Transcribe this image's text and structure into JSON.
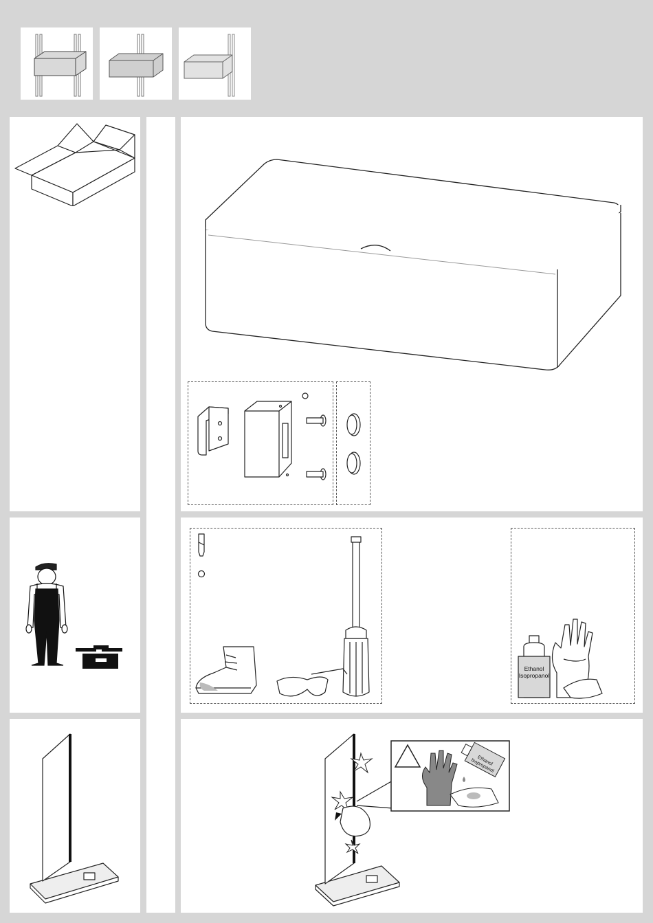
{
  "variants": [
    {
      "icon": "drawer-box-icon",
      "shade": "#d9d9d9"
    },
    {
      "icon": "drawer-box-icon",
      "shade": "#cfcfcf"
    },
    {
      "icon": "drawer-box-icon",
      "shade": "#e2e2e2"
    }
  ],
  "tools": {
    "bottle_label_line1": "Ethanol",
    "bottle_label_line2": "Isopropanol"
  },
  "warning": {
    "bottle_label_line1": "Ethanol",
    "bottle_label_line2": "Isopropanol"
  },
  "colors": {
    "background": "#d6d6d6",
    "panel": "#ffffff",
    "outline": "#222222"
  }
}
